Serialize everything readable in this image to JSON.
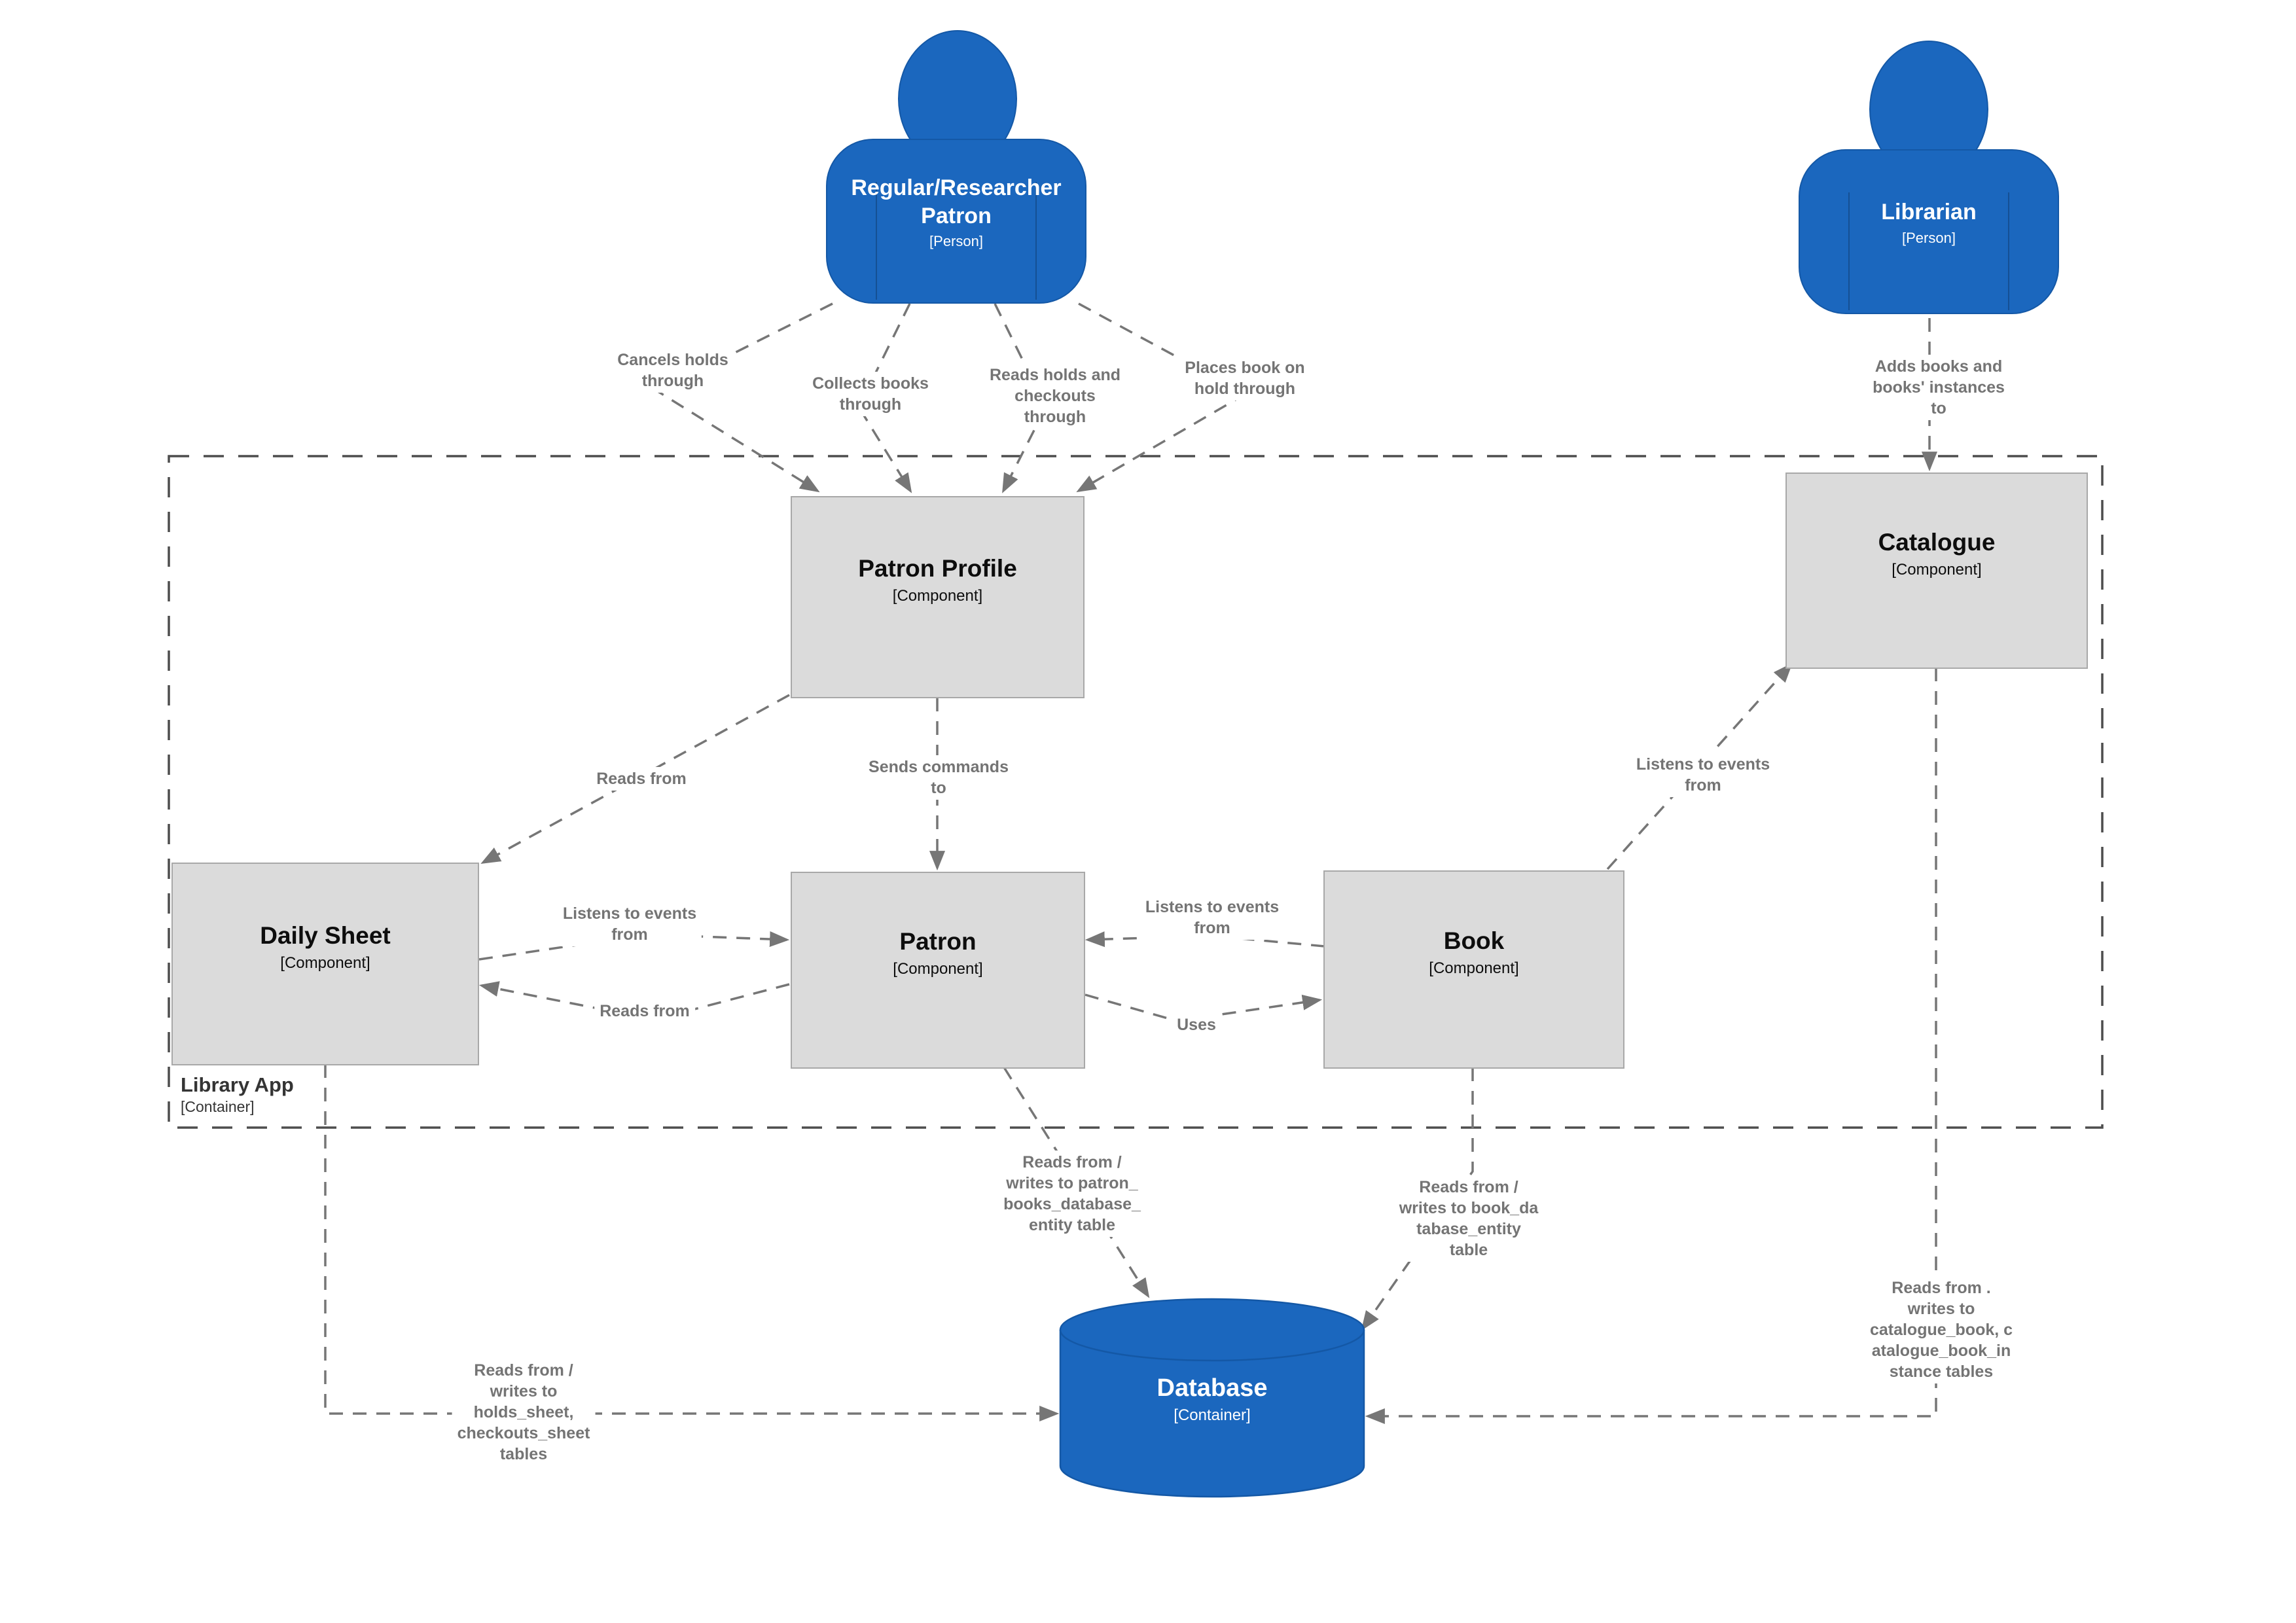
{
  "colors": {
    "person_fill": "#1b67be",
    "person_stroke": "#1458a6",
    "db_fill": "#1b67be",
    "db_stroke": "#1458a6",
    "component_fill": "#dbdbdb",
    "component_stroke": "#a8a8a8",
    "edge_color": "#767676",
    "label_color": "#747474",
    "boundary_color": "#4d4d4d",
    "title_color": "#0d0d0d"
  },
  "actors": {
    "patron": {
      "name": "Regular/Researcher\nPatron",
      "type": "[Person]"
    },
    "librarian": {
      "name": "Librarian",
      "type": "[Person]"
    }
  },
  "boundary": {
    "name": "Library App",
    "type": "[Container]"
  },
  "components": {
    "patron_profile": {
      "name": "Patron Profile",
      "type": "[Component]"
    },
    "catalogue": {
      "name": "Catalogue",
      "type": "[Component]"
    },
    "daily_sheet": {
      "name": "Daily Sheet",
      "type": "[Component]"
    },
    "patron": {
      "name": "Patron",
      "type": "[Component]"
    },
    "book": {
      "name": "Book",
      "type": "[Component]"
    }
  },
  "database": {
    "name": "Database",
    "type": "[Container]"
  },
  "edge_labels": {
    "cancels_holds": "Cancels holds\nthrough",
    "collects_books": "Collects books\nthrough",
    "reads_holds": "Reads holds and\ncheckouts\nthrough",
    "places_book": "Places book on\nhold through",
    "adds_books": "Adds books and\nbooks' instances\nto",
    "reads_from_profile": "Reads from",
    "sends_commands": "Sends commands\nto",
    "listens_catalogue": "Listens to events\nfrom",
    "listens_daily": "Listens to events\nfrom",
    "reads_from_daily": "Reads from",
    "listens_book": "Listens to events\nfrom",
    "uses": "Uses",
    "patron_db": "Reads from /\nwrites to patron_\nbooks_database_\nentity table",
    "book_db": "Reads from /\nwrites to book_da\ntabase_entity\ntable",
    "daily_db": "Reads from /\nwrites to\nholds_sheet,\ncheckouts_sheet\ntables",
    "catalogue_db": "Reads from .\nwrites to\ncatalogue_book, c\natalogue_book_in\nstance tables"
  }
}
